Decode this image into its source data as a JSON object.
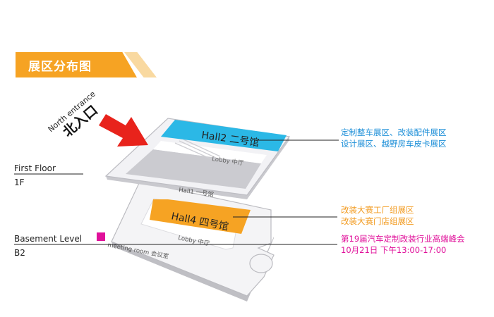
{
  "title": "展区分布图",
  "entrance": {
    "en": "North entrance",
    "cn": "北入口"
  },
  "first_floor": {
    "label_en": "First Floor",
    "label_code": "1F",
    "hall_title": "Hall2  二号馆",
    "lobby": "Lobby  中厅",
    "hall_label": "Hall1  一号馆",
    "annotation": [
      "定制整车展区、改装配件展区",
      "设计展区、越野房车皮卡展区"
    ]
  },
  "basement": {
    "label_en": "Basement Level",
    "label_code": "B2",
    "hall_title": "Hall4  四号馆",
    "lobby": "Lobby  中厅",
    "meeting_room": "meeting room  会议室",
    "annotation_halls": [
      "改装大赛工厂组展区",
      "改装大赛门店组展区"
    ],
    "annotation_event": [
      "第19届汽车定制改装行业高端峰会",
      "10月21日  下午13:00-17:00"
    ]
  },
  "colors": {
    "orange": "#f6a323",
    "blue": "#2bb8e6",
    "magenta": "#e0109a",
    "arrow": "#e8231c"
  }
}
